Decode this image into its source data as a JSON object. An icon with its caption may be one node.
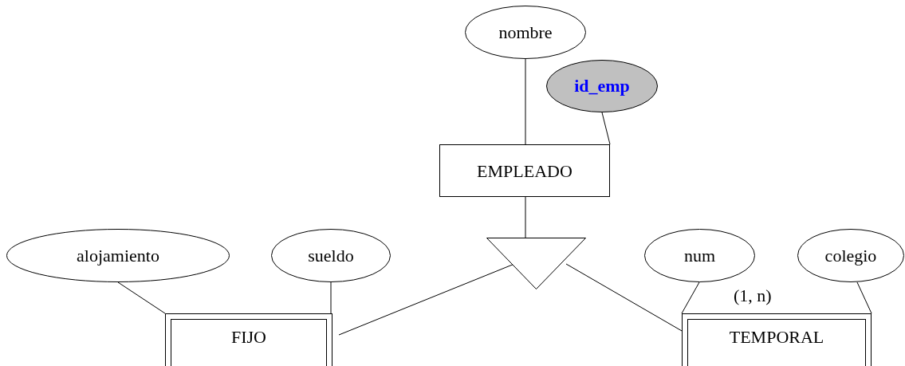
{
  "diagram": {
    "nodes": [
      {
        "text": [
          "nombre"
        ]
      },
      {
        "text": [
          "id_emp"
        ]
      },
      {
        "text": [
          "EMPLEADO"
        ]
      },
      {
        "text": [],
        "shape": "triangle"
      },
      {
        "text": [
          "alojamiento"
        ]
      },
      {
        "text": [
          "sueldo"
        ]
      },
      {
        "text": [
          "FIJO"
        ]
      },
      {
        "text": [
          "TEMPORAL"
        ]
      },
      {
        "text": [
          "num"
        ]
      },
      {
        "text": [
          "colegio"
        ]
      }
    ],
    "edges": [
      {
        "from": 0,
        "to": 2,
        "arrow": "none"
      },
      {
        "from": 1,
        "to": 2,
        "arrow": "none"
      },
      {
        "from": 2,
        "to": 3,
        "arrow": "none"
      },
      {
        "from": 3,
        "to": 6,
        "arrow": "none"
      },
      {
        "from": 3,
        "to": 7,
        "arrow": "none"
      },
      {
        "from": 4,
        "to": 6,
        "arrow": "none"
      },
      {
        "from": 5,
        "to": 6,
        "arrow": "none"
      },
      {
        "from": 8,
        "to": 7,
        "arrow": "none"
      },
      {
        "from": 9,
        "to": 7,
        "arrow": "none"
      }
    ],
    "labels": [
      "(1, n)"
    ]
  }
}
